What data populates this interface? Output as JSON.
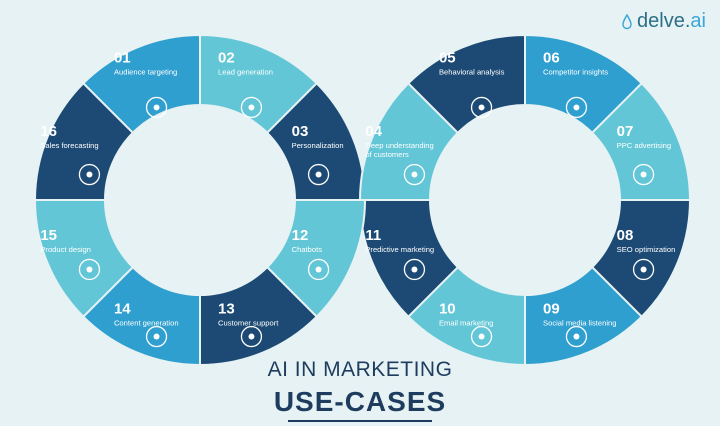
{
  "brand": {
    "name_a": "delve.",
    "name_b": "ai"
  },
  "title": {
    "line1": "AI IN MARKETING",
    "line2": "USE-CASES"
  },
  "colors": {
    "background": "#e6f2f4",
    "dark": "#1d4a74",
    "mid": "#2f9fcf",
    "light": "#62c6d6",
    "text": "#1d3c5e"
  },
  "segments": [
    {
      "num": "01",
      "label": [
        "Audience targeting"
      ],
      "icon": "target-people-icon",
      "tone": "mid"
    },
    {
      "num": "02",
      "label": [
        "Lead generation"
      ],
      "icon": "funnel-icon",
      "tone": "light"
    },
    {
      "num": "03",
      "label": [
        "Personalization"
      ],
      "icon": "user-profile-icon",
      "tone": "dark"
    },
    {
      "num": "04",
      "label": [
        "Deep understanding",
        "of customers"
      ],
      "icon": "head-gears-icon",
      "tone": "light"
    },
    {
      "num": "05",
      "label": [
        "Behavioral analysis"
      ],
      "icon": "eye-icon",
      "tone": "dark"
    },
    {
      "num": "06",
      "label": [
        "Competitor insights"
      ],
      "icon": "search-person-icon",
      "tone": "mid"
    },
    {
      "num": "07",
      "label": [
        "PPC advertising"
      ],
      "icon": "click-hand-icon",
      "tone": "light"
    },
    {
      "num": "08",
      "label": [
        "SEO optimization"
      ],
      "icon": "seo-screen-icon",
      "tone": "dark"
    },
    {
      "num": "09",
      "label": [
        "Social media listening"
      ],
      "icon": "ear-icon",
      "tone": "mid"
    },
    {
      "num": "10",
      "label": [
        "Email marketing"
      ],
      "icon": "envelope-icon",
      "tone": "light"
    },
    {
      "num": "11",
      "label": [
        "Predictive marketing"
      ],
      "icon": "binoculars-icon",
      "tone": "dark"
    },
    {
      "num": "12",
      "label": [
        "Chatbots"
      ],
      "icon": "robot-chat-icon",
      "tone": "light"
    },
    {
      "num": "13",
      "label": [
        "Customer support"
      ],
      "icon": "headset-icon",
      "tone": "dark"
    },
    {
      "num": "14",
      "label": [
        "Content generation"
      ],
      "icon": "calculator-icon",
      "tone": "mid"
    },
    {
      "num": "15",
      "label": [
        "Product design"
      ],
      "icon": "product-box-icon",
      "tone": "light"
    },
    {
      "num": "16",
      "label": [
        "Sales forecasting"
      ],
      "icon": "chart-icon",
      "tone": "dark"
    }
  ]
}
